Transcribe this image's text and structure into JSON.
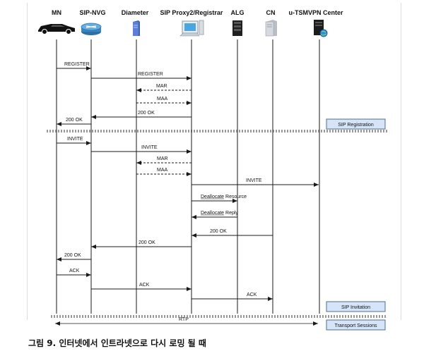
{
  "entities": [
    {
      "id": "mn",
      "label": "MN",
      "icon": "car-icon"
    },
    {
      "id": "sipnvg",
      "label": "SIP-NVG",
      "icon": "router-icon"
    },
    {
      "id": "diameter",
      "label": "Diameter",
      "icon": "server-tower-icon"
    },
    {
      "id": "proxy",
      "label": "SIP Proxy2/Registrar",
      "icon": "computer-icon"
    },
    {
      "id": "alg",
      "label": "ALG",
      "icon": "server-dark-icon"
    },
    {
      "id": "cn",
      "label": "CN",
      "icon": "server-gray-icon"
    },
    {
      "id": "vpn",
      "label": "u-TSMVPN Center",
      "icon": "server-globe-icon"
    }
  ],
  "messages": [
    {
      "label": "REGISTER",
      "from": "mn",
      "to": "sipnvg",
      "style": "solid"
    },
    {
      "label": "REGISTER",
      "from": "sipnvg",
      "to": "proxy",
      "style": "solid"
    },
    {
      "label": "MAR",
      "from": "proxy",
      "to": "diameter",
      "style": "dashed"
    },
    {
      "label": "MAA",
      "from": "diameter",
      "to": "proxy",
      "style": "dashed"
    },
    {
      "label": "200 OK",
      "from": "proxy",
      "to": "sipnvg",
      "style": "solid"
    },
    {
      "label": "200 OK",
      "from": "sipnvg",
      "to": "mn",
      "style": "solid"
    },
    {
      "label": "INVITE",
      "from": "mn",
      "to": "sipnvg",
      "style": "solid"
    },
    {
      "label": "INVITE",
      "from": "sipnvg",
      "to": "proxy",
      "style": "solid"
    },
    {
      "label": "MAR",
      "from": "proxy",
      "to": "diameter",
      "style": "dashed"
    },
    {
      "label": "MAA",
      "from": "diameter",
      "to": "proxy",
      "style": "dashed"
    },
    {
      "label": "INVITE",
      "from": "proxy",
      "to": "vpn",
      "style": "solid"
    },
    {
      "label": "Deallocate Resource",
      "from": "proxy",
      "to": "alg",
      "style": "solid"
    },
    {
      "label": "Deallocate Reply",
      "from": "alg",
      "to": "proxy",
      "style": "solid"
    },
    {
      "label": "200 OK",
      "from": "cn",
      "to": "proxy",
      "style": "solid"
    },
    {
      "label": "200 OK",
      "from": "proxy",
      "to": "sipnvg",
      "style": "solid"
    },
    {
      "label": "200 OK",
      "from": "sipnvg",
      "to": "mn",
      "style": "solid"
    },
    {
      "label": "ACK",
      "from": "mn",
      "to": "sipnvg",
      "style": "solid"
    },
    {
      "label": "ACK",
      "from": "sipnvg",
      "to": "proxy",
      "style": "solid"
    },
    {
      "label": "ACK",
      "from": "proxy",
      "to": "cn",
      "style": "solid"
    },
    {
      "label": "RTP",
      "from": "mn",
      "to": "vpn",
      "style": "double"
    }
  ],
  "phases": [
    "SIP Registration",
    "SIP Invitation",
    "Transport Sessions"
  ],
  "caption": "그림 9. 인터넷에서 인트라넷으로 다시 로밍 될 때",
  "colors": {
    "phase_box_bg": "#d5e4f6",
    "phase_box_border": "#4f6d93",
    "line": "#1a1a1a"
  }
}
